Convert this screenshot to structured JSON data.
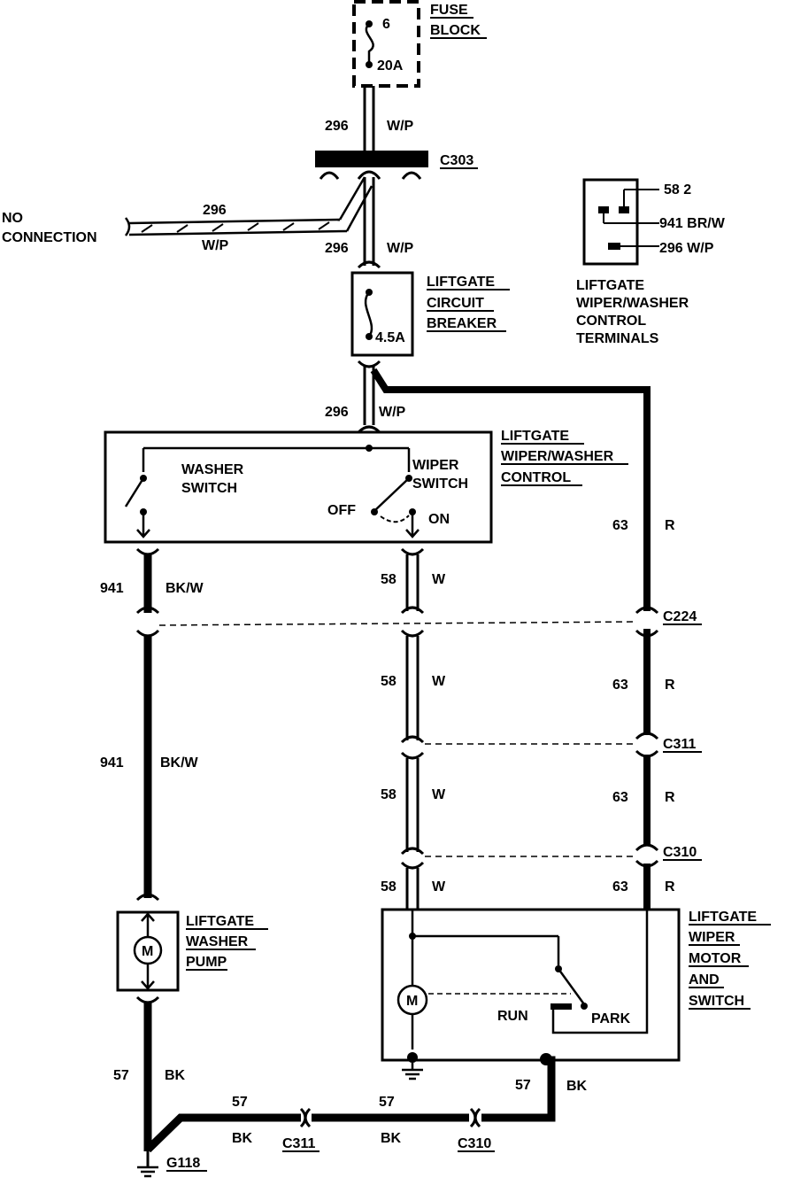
{
  "fuse_block": {
    "number": "6",
    "rating": "20A",
    "label_line1": "FUSE",
    "label_line2": "BLOCK"
  },
  "wires": {
    "w296": {
      "circuit": "296",
      "color": "W/P"
    },
    "w941": {
      "circuit": "941",
      "color": "BK/W"
    },
    "w58": {
      "circuit": "58",
      "color": "W"
    },
    "w63": {
      "circuit": "63",
      "color": "R"
    },
    "w57": {
      "circuit": "57",
      "color": "BK"
    }
  },
  "connectors": {
    "c303": "C303",
    "c224": "C224",
    "c311": "C311",
    "c310": "C310",
    "g118": "G118"
  },
  "no_connection": {
    "line1": "NO",
    "line2": "CONNECTION"
  },
  "circuit_breaker": {
    "rating": "4.5A",
    "line1": "LIFTGATE",
    "line2": "CIRCUIT",
    "line3": "BREAKER"
  },
  "terminals": {
    "t1": "58 2",
    "t2": "941 BR/W",
    "t3": "296 W/P",
    "caption": [
      "LIFTGATE",
      "WIPER/WASHER",
      "CONTROL",
      "TERMINALS"
    ]
  },
  "control": {
    "label": [
      "LIFTGATE",
      "WIPER/WASHER",
      "CONTROL"
    ],
    "washer_switch": [
      "WASHER",
      "SWITCH"
    ],
    "wiper_switch": [
      "WIPER",
      "SWITCH"
    ],
    "off": "OFF",
    "on": "ON"
  },
  "washer_pump": {
    "motor": "M",
    "label": [
      "LIFTGATE",
      "WASHER",
      "PUMP"
    ]
  },
  "wiper_motor": {
    "motor": "M",
    "run": "RUN",
    "park": "PARK",
    "label": [
      "LIFTGATE",
      "WIPER",
      "MOTOR",
      "AND",
      "SWITCH"
    ]
  },
  "colors": {
    "ink": "#000000",
    "background": "#ffffff"
  }
}
